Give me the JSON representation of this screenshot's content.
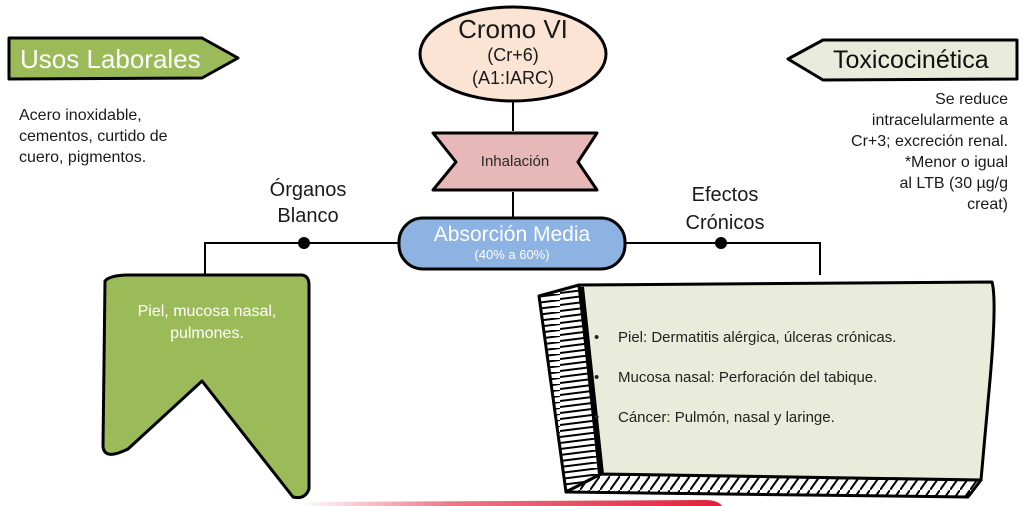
{
  "colors": {
    "green": "#9bbb59",
    "cream": "#e9ecda",
    "peach": "#fce4d4",
    "pink": "#e6b8b7",
    "blue": "#8db3e2",
    "stroke": "#000000",
    "red_bar": "#e0203a"
  },
  "usos_laborales": {
    "title": "Usos Laborales",
    "lines": [
      "Acero inoxidable,",
      "cementos, curtido de",
      "cuero, pigmentos."
    ]
  },
  "central": {
    "title": "Cromo VI",
    "line2": "(Cr+6)",
    "line3": "(A1:IARC)"
  },
  "via": {
    "label": "Inhalación"
  },
  "absorcion": {
    "title": "Absorción Media",
    "subtitle": "(40% a 60%)"
  },
  "toxicocinetica": {
    "title": "Toxicocinética",
    "lines": [
      "Se reduce",
      "intracelularmente a",
      "Cr+3; excreción renal.",
      "*Menor o igual",
      "al LTB (30 µg/g",
      "creat)"
    ]
  },
  "organos_blanco": {
    "label_lines": [
      "Órganos",
      "Blanco"
    ],
    "box_lines": [
      "Piel, mucosa nasal,",
      "pulmones."
    ]
  },
  "efectos_cronicos": {
    "label_lines": [
      "Efectos",
      "Crónicos"
    ],
    "bullet": "•",
    "items": [
      "Piel: Dermatitis alérgica, úlceras crónicas.",
      "Mucosa nasal: Perforación del tabique.",
      "Cáncer: Pulmón, nasal y laringe."
    ]
  }
}
